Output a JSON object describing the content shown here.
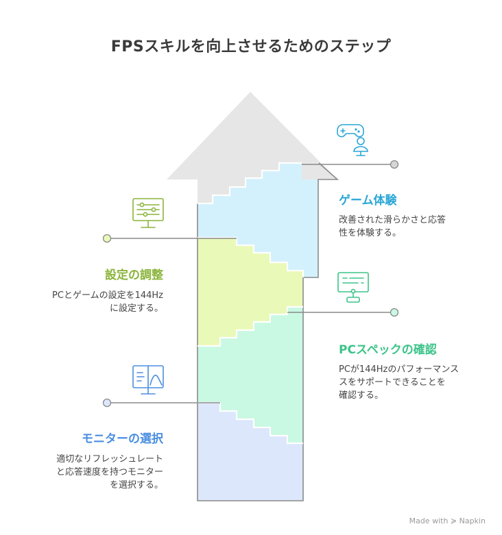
{
  "title": "FPSスキルを向上させるためのステップ",
  "colors": {
    "arrow_head": "#e6e6e6",
    "outline": "#8a8a8a",
    "game": "#2aa6d6",
    "game_fill": "#d3f1fc",
    "settings": "#8ab43a",
    "settings_fill": "#e9f9b8",
    "pc": "#3cc389",
    "pc_fill": "#c9f8e3",
    "monitor": "#4a8ee0",
    "monitor_fill": "#dce7fc"
  },
  "steps": [
    {
      "key": "game",
      "side": "right",
      "title": "ゲーム体験",
      "desc": "改善された滑らかさと応答\n性を体験する。",
      "icon": "gamer-icon"
    },
    {
      "key": "settings",
      "side": "left",
      "title": "設定の調整",
      "desc": "PCとゲームの設定を144Hz\nに設定する。",
      "icon": "monitor-settings-icon"
    },
    {
      "key": "pc",
      "side": "right",
      "title": "PCスペックの確認",
      "desc": "PCが144Hzのパフォーマンス\nスをサポートできることを\n確認する。",
      "icon": "computer-check-icon"
    },
    {
      "key": "monitor",
      "side": "left",
      "title": "モニターの選択",
      "desc": "適切なリフレッシュレート\nと応答速度を持つモニター\nを選択する。",
      "icon": "monitor-chart-icon"
    }
  ],
  "watermark": "Made with ≽ Napkin"
}
